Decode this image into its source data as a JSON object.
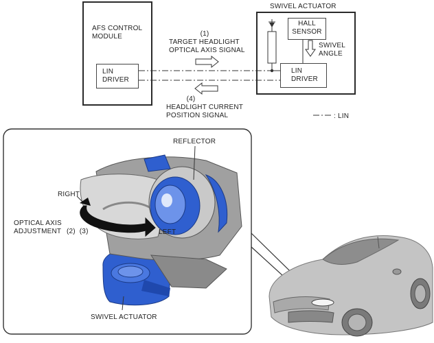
{
  "schematic": {
    "control_module": {
      "title": "AFS CONTROL\nMODULE",
      "driver": "LIN\nDRIVER"
    },
    "actuator": {
      "title": "SWIVEL ACTUATOR",
      "sensor": "HALL\nSENSOR",
      "driver": "LIN\nDRIVER",
      "swivel_angle": "SWIVEL\nANGLE"
    },
    "signal_1": {
      "number": "(1)",
      "text": "TARGET HEADLIGHT\nOPTICAL AXIS SIGNAL"
    },
    "signal_4": {
      "number": "(4)",
      "text": "HEADLIGHT CURRENT\nPOSITION SIGNAL"
    },
    "legend": {
      "line_label": ": LIN"
    }
  },
  "illustration": {
    "reflector": "REFLECTOR",
    "right": "RIGHT",
    "left": "LEFT",
    "optical_axis_adjustment": "OPTICAL AXIS\nADJUSTMENT",
    "steps": "(2)  (3)",
    "swivel_actuator": "SWIVEL ACTUATOR"
  },
  "colors": {
    "actuator_blue": "#2f5fcf",
    "housing_grey": "#9a9a9a",
    "car_grey": "#b9b9b9"
  }
}
